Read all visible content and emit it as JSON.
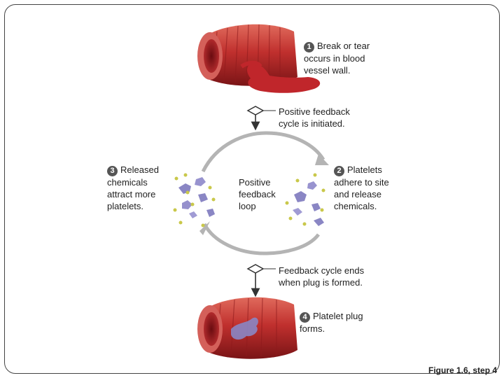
{
  "steps": {
    "s1": {
      "num": "1",
      "line1": "Break or tear",
      "line2": "occurs in blood",
      "line3": "vessel wall."
    },
    "s2": {
      "num": "2",
      "line1": "Platelets",
      "line2": "adhere to site",
      "line3": "and release",
      "line4": "chemicals."
    },
    "s3": {
      "num": "3",
      "line1": "Released",
      "line2": "chemicals",
      "line3": "attract more",
      "line4": "platelets."
    },
    "s4": {
      "num": "4",
      "line1": "Platelet plug",
      "line2": "forms."
    }
  },
  "notes": {
    "initiated_line1": "Positive feedback",
    "initiated_line2": "cycle is initiated.",
    "ends_line1": "Feedback cycle ends",
    "ends_line2": "when plug is formed."
  },
  "loop": {
    "line1": "Positive",
    "line2": "feedback",
    "line3": "loop"
  },
  "figure_caption": "Figure 1.6, step 4",
  "colors": {
    "vessel": "#b8282c",
    "blood": "#c0262b",
    "platelet": "#8a86c4",
    "chemical": "#c9c84a",
    "arrow": "#b4b4b4",
    "step_badge": "#555555"
  }
}
